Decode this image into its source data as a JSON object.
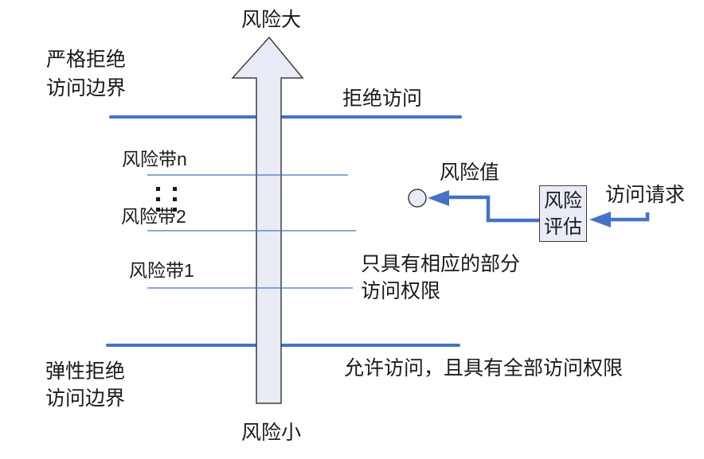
{
  "diagram": {
    "axis": {
      "top": "风险大",
      "bottom": "风险小"
    },
    "strict_boundary": {
      "line1": "严格拒绝",
      "line2": "访问边界"
    },
    "flexible_boundary": {
      "line1": "弹性拒绝",
      "line2": "访问边界"
    },
    "deny_access_label": "拒绝访问",
    "allow_access_label": "允许访问，且具有全部访问权限",
    "partial_access": {
      "line1": "只具有相应的部分",
      "line2": "访问权限"
    },
    "bands": [
      {
        "label": "风险带n"
      },
      {
        "label": "风险带2"
      },
      {
        "label": "风险带1"
      }
    ],
    "risk_value_label": "风险值",
    "assessment_box": {
      "line1": "风险",
      "line2": "评估"
    },
    "access_request_label": "访问请求"
  },
  "colors": {
    "accent_blue": "#4472C4",
    "shape_fill": "#E9ECF6",
    "shape_border": "#3F3F3F",
    "text": "#1A1A1A"
  }
}
